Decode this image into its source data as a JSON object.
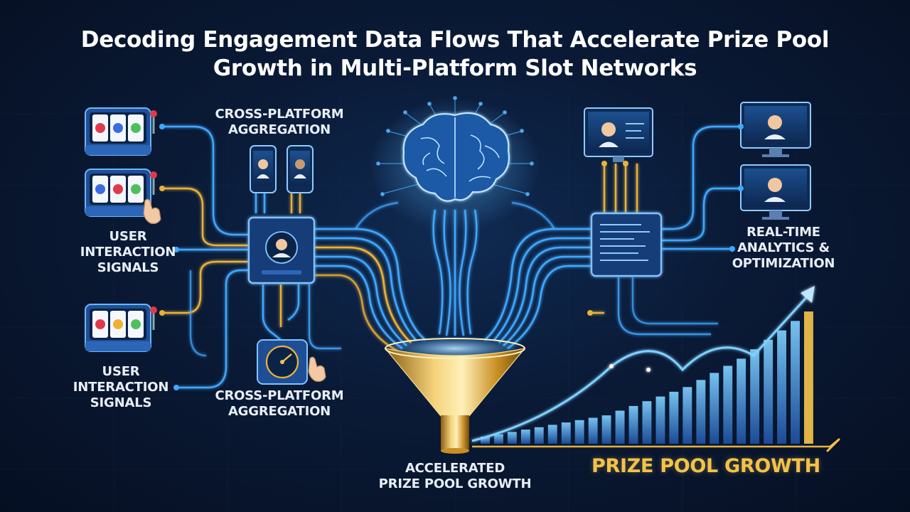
{
  "title": {
    "line1": "Decoding Engagement Data Flows That Accelerate Prize Pool",
    "line2": "Growth in Multi-Platform Slot Networks"
  },
  "labels": {
    "user_signals_top": [
      "USER",
      "INTERACTION",
      "SIGNALS"
    ],
    "user_signals_bottom": [
      "USER",
      "INTERACTION",
      "SIGNALS"
    ],
    "aggregation_top": [
      "CROSS-PLATFORM",
      "AGGREGATION"
    ],
    "aggregation_bottom": [
      "CROSS-PLATFORM",
      "AGGREGATION"
    ],
    "analytics": [
      "REAL-TIME",
      "ANALYTICS &",
      "OPTIMIZATION"
    ],
    "funnel_output": [
      "ACCELERATED",
      "PRIZE POOL GROWTH"
    ],
    "chart_caption": "PRIZE POOL GROWTH"
  },
  "colors": {
    "background": "#0a1a36",
    "flow_blue": "#3fa8ff",
    "flow_gold": "#e8b23a",
    "title_text": "#ffffff",
    "caption_gold": "#f3c24a"
  },
  "icons": [
    "slot-machine-icon",
    "brain-icon",
    "funnel-icon",
    "phone-icon",
    "monitor-icon",
    "processor-chip-icon",
    "dial-icon",
    "pointing-hand-icon",
    "trend-arrow-icon"
  ],
  "chart_data": {
    "type": "bar",
    "values": [
      3,
      4,
      5,
      6,
      7,
      8,
      9,
      10,
      11,
      12,
      14,
      16,
      18,
      20,
      22,
      24,
      27,
      30,
      33,
      36,
      40,
      44,
      48,
      52,
      56
    ]
  }
}
